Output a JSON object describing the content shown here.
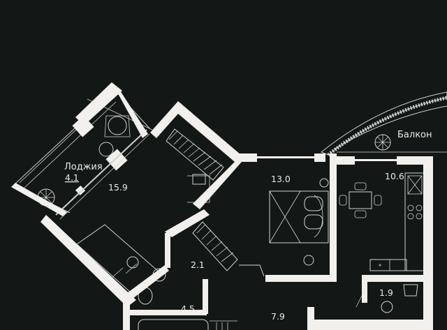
{
  "plan": {
    "rooms": [
      {
        "id": "loggia",
        "label": "Лоджия",
        "area": "4.1"
      },
      {
        "id": "living-room",
        "label": "",
        "area": "15.9"
      },
      {
        "id": "bedroom",
        "label": "",
        "area": "13.0"
      },
      {
        "id": "kitchen",
        "label": "",
        "area": "10.6"
      },
      {
        "id": "hall-small",
        "label": "",
        "area": "2.1"
      },
      {
        "id": "bathroom",
        "label": "",
        "area": "4.5"
      },
      {
        "id": "corridor",
        "label": "",
        "area": "7.9"
      },
      {
        "id": "wc",
        "label": "",
        "area": "1.9"
      },
      {
        "id": "balcony",
        "label": "Балкон",
        "area": ""
      }
    ]
  },
  "colors": {
    "background": "#131716",
    "walls": "#f1f0ec",
    "lines": "#cfd3cf"
  }
}
